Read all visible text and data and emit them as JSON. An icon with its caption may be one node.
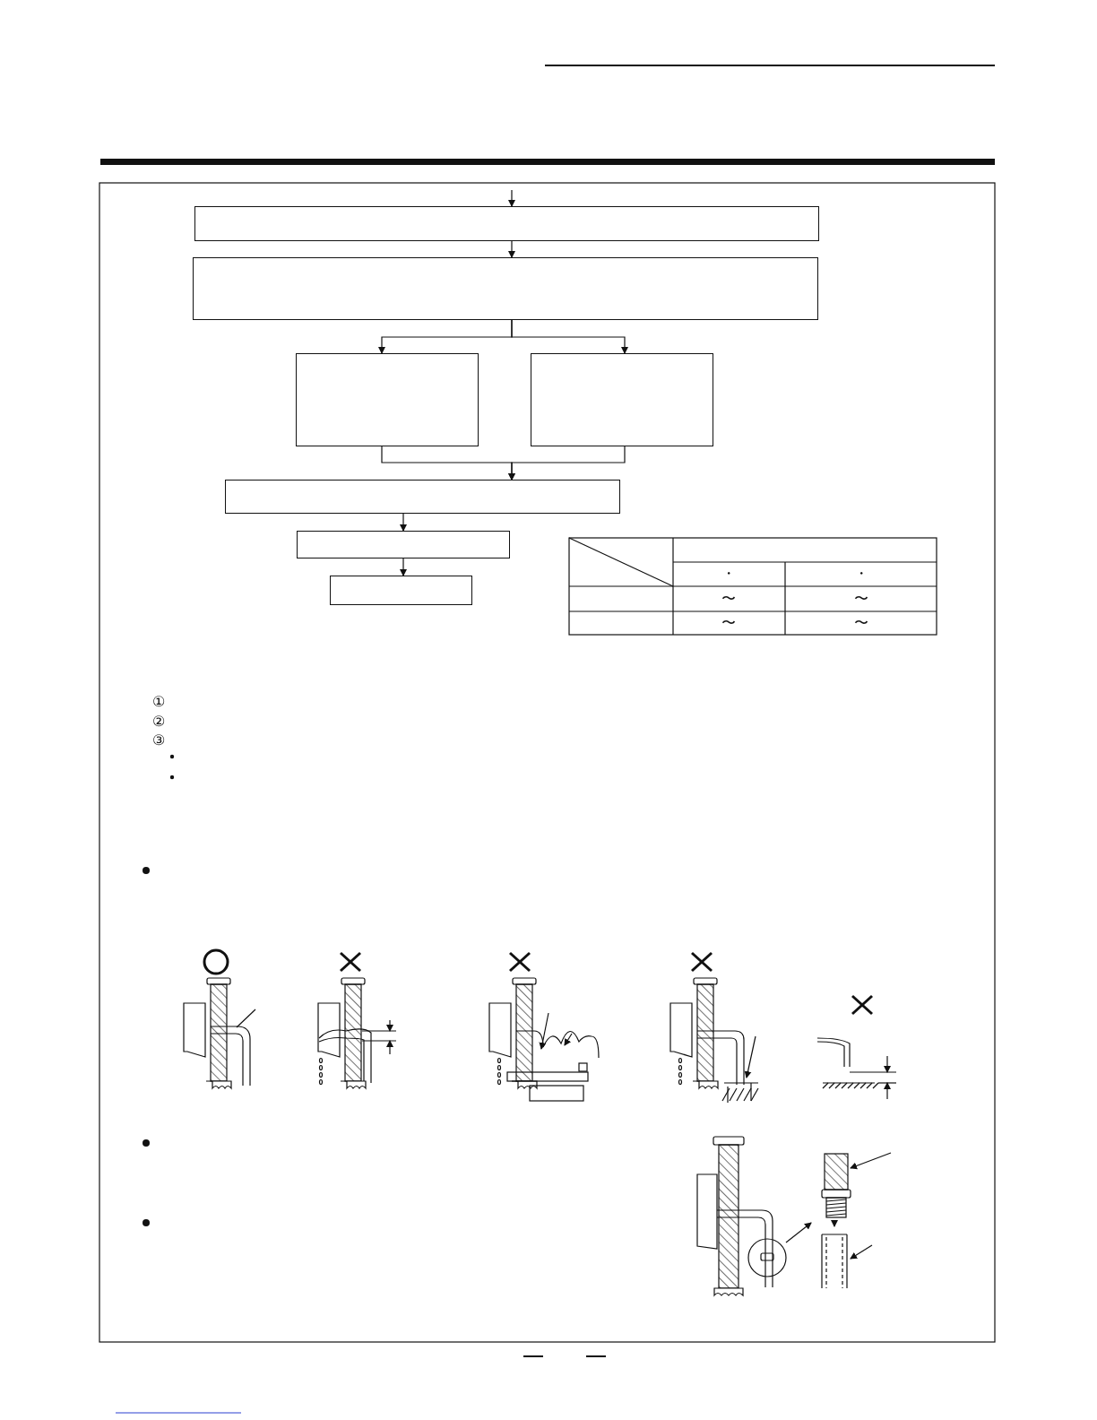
{
  "diagram": {
    "nodes": [
      {
        "text": [],
        "shape": "box"
      },
      {
        "text": [],
        "shape": "box"
      },
      {
        "text": [],
        "shape": "box"
      },
      {
        "text": [],
        "shape": "box"
      },
      {
        "text": [],
        "shape": "box"
      },
      {
        "text": [],
        "shape": "box"
      },
      {
        "text": [],
        "shape": "box"
      }
    ],
    "edges": [
      {
        "from": null,
        "to": 0,
        "arrow": "to"
      },
      {
        "from": 0,
        "to": 1,
        "arrow": "to"
      },
      {
        "from": 1,
        "to": 2,
        "arrow": "to"
      },
      {
        "from": 1,
        "to": 3,
        "arrow": "to"
      },
      {
        "from": 2,
        "to": 4,
        "arrow": "to"
      },
      {
        "from": 3,
        "to": 4,
        "arrow": "to"
      },
      {
        "from": 4,
        "to": 5,
        "arrow": "to"
      },
      {
        "from": 5,
        "to": 6,
        "arrow": "to"
      }
    ],
    "labels": [
      "・",
      "・",
      "〜",
      "〜",
      "〜",
      "〜",
      "①",
      "②",
      "③"
    ]
  }
}
